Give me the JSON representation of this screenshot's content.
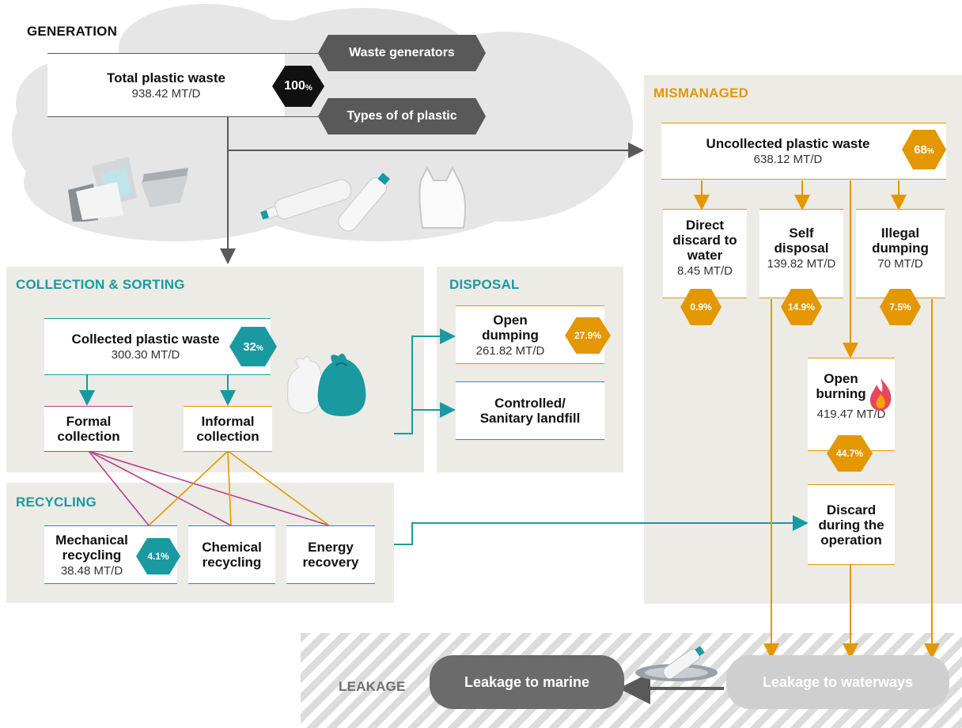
{
  "generation": {
    "heading": "GENERATION",
    "total_title": "Total plastic waste",
    "total_value": "938.42 MT/D",
    "total_pct": "100",
    "pct_sign": "%",
    "tag_generators": "Waste generators",
    "tag_types": "Types of of plastic"
  },
  "mismanaged": {
    "heading": "MISMANAGED",
    "uncollected_title": "Uncollected plastic waste",
    "uncollected_value": "638.12 MT/D",
    "uncollected_pct": "68",
    "direct_title": "Direct discard to water",
    "direct_value": "8.45 MT/D",
    "direct_pct": "0.9%",
    "self_title": "Self disposal",
    "self_value": "139.82 MT/D",
    "self_pct": "14.9%",
    "illegal_title": "Illegal dumping",
    "illegal_value": "70 MT/D",
    "illegal_pct": "7.5%",
    "burning_title": "Open burning",
    "burning_value": "419.47 MT/D",
    "burning_pct": "44.7%",
    "discard_title": "Discard during the operation"
  },
  "collection": {
    "heading": "COLLECTION & SORTING",
    "collected_title": "Collected plastic waste",
    "collected_value": "300.30 MT/D",
    "collected_pct": "32",
    "formal": "Formal collection",
    "informal": "Informal collection"
  },
  "recycling": {
    "heading": "RECYCLING",
    "mechanical_title": "Mechanical recycling",
    "mechanical_value": "38.48 MT/D",
    "mechanical_pct": "4.1%",
    "chemical": "Chemical recycling",
    "energy": "Energy recovery"
  },
  "disposal": {
    "heading": "DISPOSAL",
    "open_dumping_title": "Open dumping",
    "open_dumping_value": "261.82 MT/D",
    "open_dumping_pct": "27.9%",
    "landfill": "Controlled/ Sanitary landfill"
  },
  "leakage": {
    "heading": "LEAKAGE",
    "marine": "Leakage to marine",
    "waterways": "Leakage to waterways"
  },
  "colors": {
    "teal": "#1a9aa0",
    "orange": "#e39700",
    "magenta": "#b8418f",
    "dark": "#595959",
    "panel": "#ecebe5"
  },
  "icons": [
    "cloud-illustration",
    "food-container-icon",
    "bottle-icon",
    "plastic-bag-icon",
    "garbage-bag-icon",
    "fire-icon",
    "floating-bottle-icon"
  ]
}
